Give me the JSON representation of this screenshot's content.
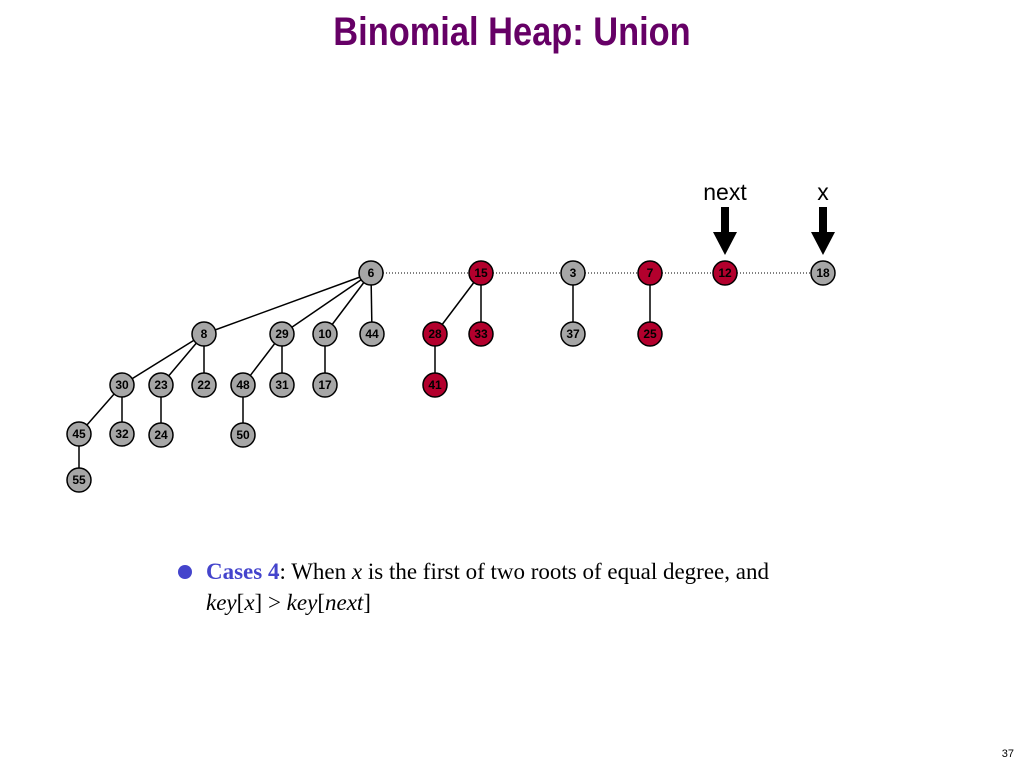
{
  "title": "Binomial Heap:  Union",
  "colors": {
    "title": "#660066",
    "gray_node": "#a6a6a6",
    "red_node": "#b3002d",
    "bullet": "#4444cc"
  },
  "pointers": [
    {
      "id": "next",
      "label": "next",
      "node": "12"
    },
    {
      "id": "x",
      "label": "x",
      "node": "18"
    }
  ],
  "nodes": [
    {
      "id": "6",
      "label": "6",
      "color": "gray"
    },
    {
      "id": "15",
      "label": "15",
      "color": "red"
    },
    {
      "id": "3",
      "label": "3",
      "color": "gray"
    },
    {
      "id": "7",
      "label": "7",
      "color": "red"
    },
    {
      "id": "12",
      "label": "12",
      "color": "red"
    },
    {
      "id": "18",
      "label": "18",
      "color": "gray"
    },
    {
      "id": "8",
      "label": "8",
      "color": "gray"
    },
    {
      "id": "29",
      "label": "29",
      "color": "gray"
    },
    {
      "id": "10",
      "label": "10",
      "color": "gray"
    },
    {
      "id": "44",
      "label": "44",
      "color": "gray"
    },
    {
      "id": "28",
      "label": "28",
      "color": "red"
    },
    {
      "id": "33",
      "label": "33",
      "color": "red"
    },
    {
      "id": "37",
      "label": "37",
      "color": "gray"
    },
    {
      "id": "25",
      "label": "25",
      "color": "red"
    },
    {
      "id": "30",
      "label": "30",
      "color": "gray"
    },
    {
      "id": "23",
      "label": "23",
      "color": "gray"
    },
    {
      "id": "22",
      "label": "22",
      "color": "gray"
    },
    {
      "id": "48",
      "label": "48",
      "color": "gray"
    },
    {
      "id": "31",
      "label": "31",
      "color": "gray"
    },
    {
      "id": "17",
      "label": "17",
      "color": "gray"
    },
    {
      "id": "41",
      "label": "41",
      "color": "red"
    },
    {
      "id": "45",
      "label": "45",
      "color": "gray"
    },
    {
      "id": "32",
      "label": "32",
      "color": "gray"
    },
    {
      "id": "24",
      "label": "24",
      "color": "gray"
    },
    {
      "id": "50",
      "label": "50",
      "color": "gray"
    },
    {
      "id": "55",
      "label": "55",
      "color": "gray"
    }
  ],
  "tree_edges": [
    [
      "6",
      "8"
    ],
    [
      "6",
      "29"
    ],
    [
      "6",
      "10"
    ],
    [
      "6",
      "44"
    ],
    [
      "8",
      "30"
    ],
    [
      "8",
      "23"
    ],
    [
      "8",
      "22"
    ],
    [
      "29",
      "48"
    ],
    [
      "29",
      "31"
    ],
    [
      "10",
      "17"
    ],
    [
      "30",
      "45"
    ],
    [
      "30",
      "32"
    ],
    [
      "23",
      "24"
    ],
    [
      "48",
      "50"
    ],
    [
      "45",
      "55"
    ],
    [
      "15",
      "28"
    ],
    [
      "15",
      "33"
    ],
    [
      "28",
      "41"
    ],
    [
      "3",
      "37"
    ],
    [
      "7",
      "25"
    ]
  ],
  "root_list": [
    "6",
    "15",
    "3",
    "7",
    "12",
    "18"
  ],
  "bullet": {
    "case_label": "Cases 4",
    "after_label": ": When ",
    "var_x": "x",
    "mid_text": " is the first of two roots of equal degree, and",
    "key1": "key",
    "bracket_open": "[",
    "var_x2": "x",
    "bracket_close_gt": "] > ",
    "key2": "key",
    "bracket_open2": "[",
    "var_next": "next",
    "bracket_close2": "]"
  },
  "page_number": "37"
}
